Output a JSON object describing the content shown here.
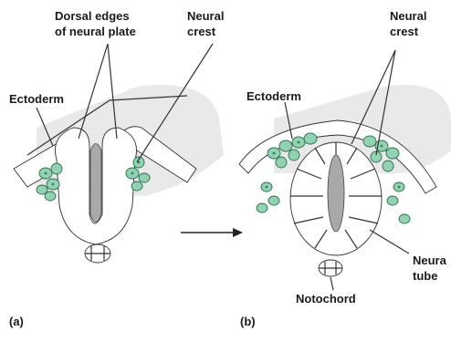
{
  "panel_a": {
    "label": "(a)",
    "labels": {
      "dorsal_edges": [
        "Dorsal edges",
        "of neural plate"
      ],
      "neural_crest": [
        "Neural",
        "crest"
      ],
      "ectoderm": "Ectoderm"
    }
  },
  "panel_b": {
    "label": "(b)",
    "labels": {
      "neural_crest": [
        "Neural",
        "crest"
      ],
      "ectoderm": "Ectoderm",
      "neural_tube": [
        "Neura",
        "tube"
      ],
      "notochord": "Notochord"
    }
  },
  "colors": {
    "neural_crest_cells": "#8fd3b0",
    "lumen": "#a9a9a9",
    "background_tissue": "#e9e9e9"
  },
  "icons": [
    "arrow-right-icon"
  ]
}
